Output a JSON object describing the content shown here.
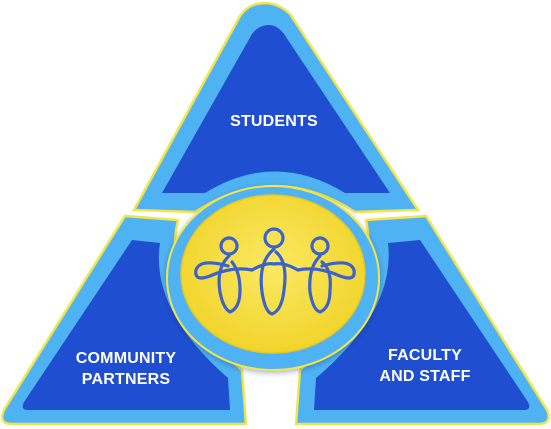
{
  "segments": {
    "top": {
      "label": "STUDENTS"
    },
    "left": {
      "lines": [
        "COMMUNITY",
        "PARTNERS"
      ]
    },
    "right": {
      "lines": [
        "FACULTY",
        "AND STAFF"
      ]
    }
  },
  "center_emblem": {
    "icon": "three-people-linked-arms-icon"
  },
  "colors": {
    "outer_blue": "#4fb3f3",
    "inner_blue": "#1f4fd0",
    "gold_outline": "#f3e44a",
    "emblem_yellow": "#f7e24a",
    "figure_blue": "#3d63c9"
  }
}
